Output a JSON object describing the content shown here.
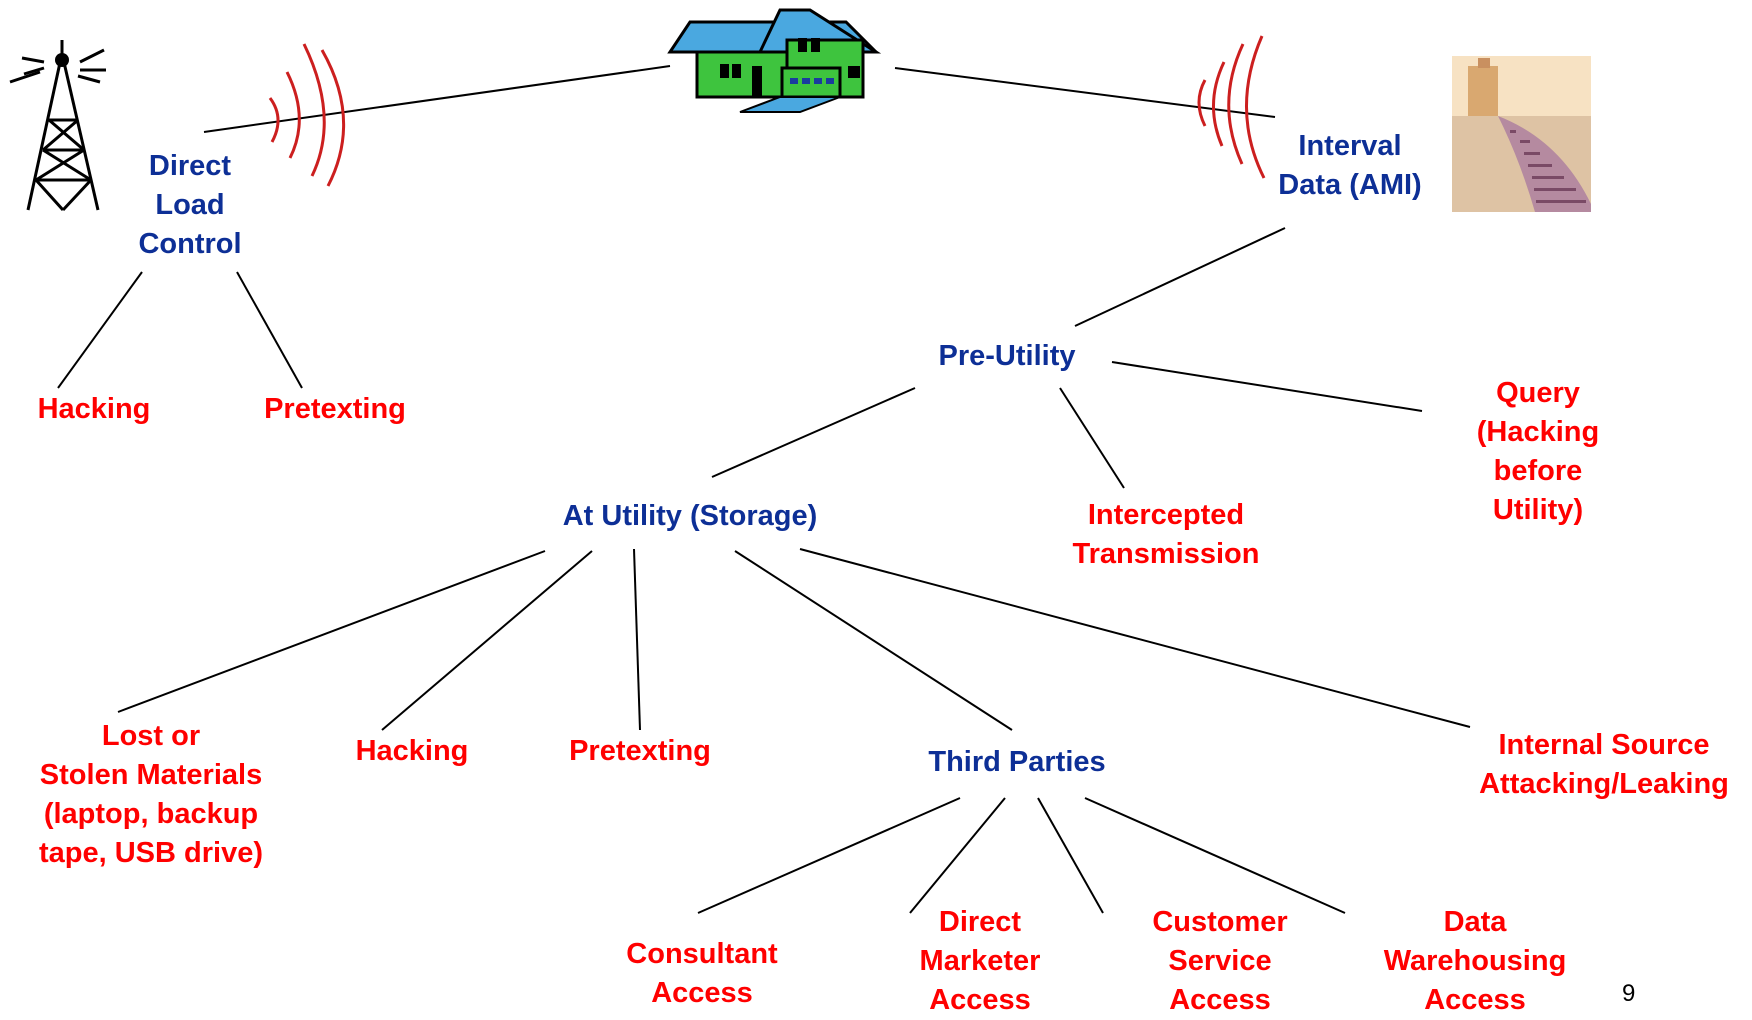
{
  "colors": {
    "category": "#0d2f96",
    "threat": "#ff0000",
    "line": "#000000",
    "wave": "#cc1f1f"
  },
  "icons": {
    "tower": "radio-tower-icon",
    "house": "house-icon",
    "data": "data-building-icon"
  },
  "nodes": {
    "direct_load_control": "Direct\nLoad\nControl",
    "interval_data": "Interval\nData (AMI)",
    "dlc_hacking": "Hacking",
    "dlc_pretexting": "Pretexting",
    "pre_utility": "Pre-Utility",
    "query": "Query\n(Hacking\nbefore\nUtility)",
    "intercepted": "Intercepted\nTransmission",
    "at_utility": "At Utility (Storage)",
    "lost_stolen": "Lost or\nStolen Materials\n(laptop, backup\ntape, USB drive)",
    "au_hacking": "Hacking",
    "au_pretexting": "Pretexting",
    "third_parties": "Third Parties",
    "internal_source": "Internal Source\nAttacking/Leaking",
    "consultant": "Consultant\nAccess",
    "direct_marketer": "Direct\nMarketer\nAccess",
    "customer_service": "Customer\nService\nAccess",
    "data_warehousing": "Data\nWarehousing\nAccess"
  },
  "page_number": "9"
}
